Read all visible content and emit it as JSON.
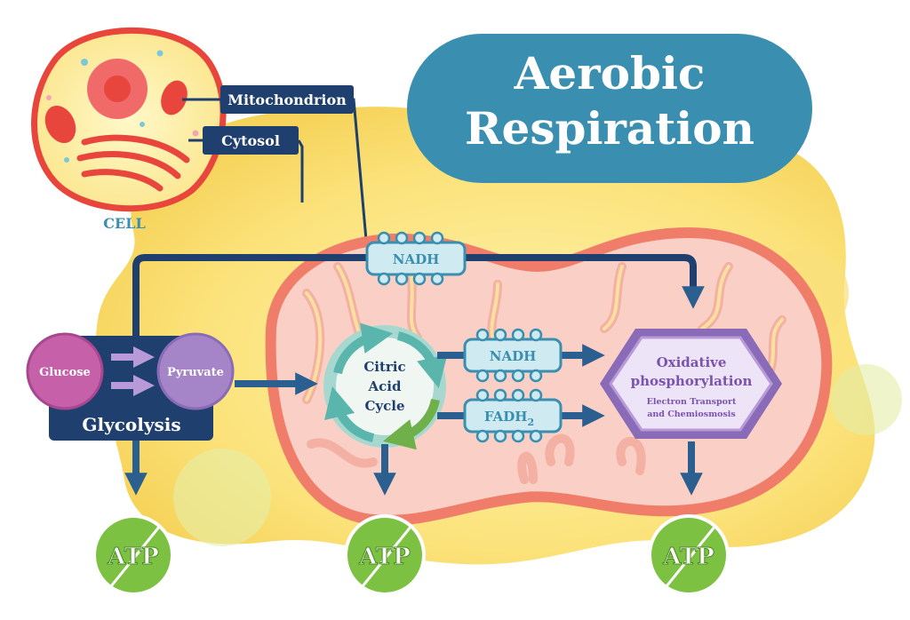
{
  "title": {
    "line1": "Aerobic",
    "line2": "Respiration"
  },
  "cell": {
    "label": "CELL"
  },
  "callouts": {
    "mitochondrion": "Mitochondrion",
    "cytosol": "Cytosol"
  },
  "glycolysis": {
    "label": "Glycolysis",
    "glucose": "Glucose",
    "pyruvate": "Pyruvate"
  },
  "citric_acid_cycle": {
    "line1": "Citric",
    "line2": "Acid",
    "line3": "Cycle"
  },
  "carriers": {
    "nadh_top": "NADH",
    "nadh_mid": "NADH",
    "fadh": "FADH",
    "fadh_sub": "2"
  },
  "oxidative": {
    "line1": "Oxidative",
    "line2": "phosphorylation",
    "sub1": "Electron Transport",
    "sub2": "and Chemiosmosis"
  },
  "atp": {
    "left": "ATP",
    "middle": "ATP",
    "right": "ATP"
  },
  "colors": {
    "navy": "#1f3f6e",
    "arrow_blue": "#2a5f8f",
    "title_teal": "#3a8fb0",
    "cell_red": "#e8463c",
    "mito_outer": "#f07d6a",
    "mito_inner": "#f9cfc6",
    "glucose_pink": "#c660a8",
    "pyruvate_purple": "#a585c8",
    "atp_green": "#7cc142",
    "cycle_teal": "#5ab5ad",
    "oxidative_purple": "#8a6bb8",
    "yellow_bg": "#fbe27a"
  }
}
